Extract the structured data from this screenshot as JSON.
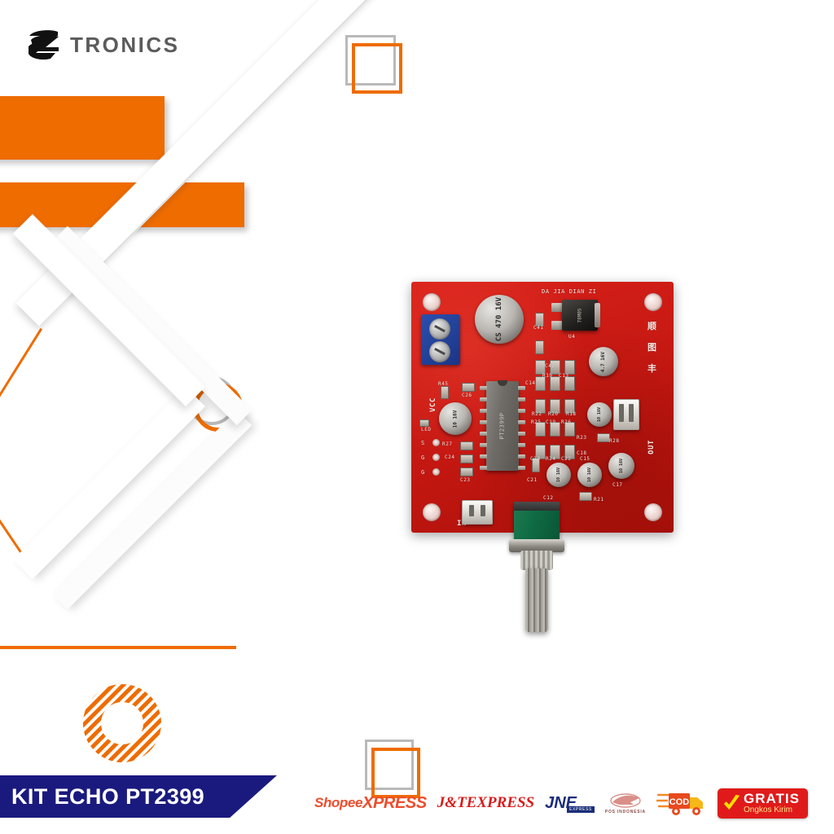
{
  "brand": {
    "logo_icon": "z-monogram-icon",
    "name": "TRONICS"
  },
  "product": {
    "title": "KIT ECHO PT2399",
    "photo_alt": "red pcb echo module with green potentiometer"
  },
  "pcb": {
    "silkscreen_header": "DA JIA DIAN ZI",
    "chinese_marks": [
      "顺",
      "图",
      "丰"
    ],
    "ic_marking": "PT2399P",
    "regulator": {
      "marking": "78M05",
      "designator": "U4"
    },
    "main_cap": {
      "brand": "CS",
      "value": "470",
      "voltage": "16V"
    },
    "cap_small_1": {
      "value": "4.7",
      "voltage": "16V"
    },
    "cap_small_2": {
      "value": "10",
      "voltage": "16V"
    },
    "labels": [
      "C41",
      "C43",
      "R19",
      "C13",
      "C14",
      "R22",
      "R20",
      "R18",
      "R25",
      "C19",
      "R26",
      "R23",
      "R28",
      "C18",
      "C20",
      "R24",
      "C22",
      "C15",
      "C17",
      "R21",
      "C12",
      "C21",
      "C23",
      "C24",
      "R27",
      "C26",
      "R45",
      "U4"
    ],
    "port_vcc": "VCC",
    "port_out": "OUT",
    "port_in": "IN",
    "led_label": "LED",
    "header_pins": [
      "S",
      "G",
      "G"
    ]
  },
  "couriers": [
    {
      "name": "shopee-xpress",
      "text_a": "Shopee",
      "text_b": "XPRESS"
    },
    {
      "name": "jnt-express",
      "text_a": "J&T",
      "text_b": "EXPRESS"
    },
    {
      "name": "jne-express",
      "text_a": "JN",
      "text_b": "E",
      "sub": "EXPRESS"
    },
    {
      "name": "pos-indonesia",
      "text_a": "POS INDONESIA"
    },
    {
      "name": "cod",
      "text_a": "COD"
    },
    {
      "name": "gratis-ongkir",
      "text_a": "GRATIS",
      "text_b": "Ongkos Kirim"
    }
  ],
  "colors": {
    "accent_orange": "#ee6c00",
    "banner_navy": "#1a1a7e",
    "pcb_red": "#c41711",
    "pot_green": "#0f6b43",
    "gratis_red": "#e01a1a",
    "decor_gray": "#b9b9b9"
  }
}
